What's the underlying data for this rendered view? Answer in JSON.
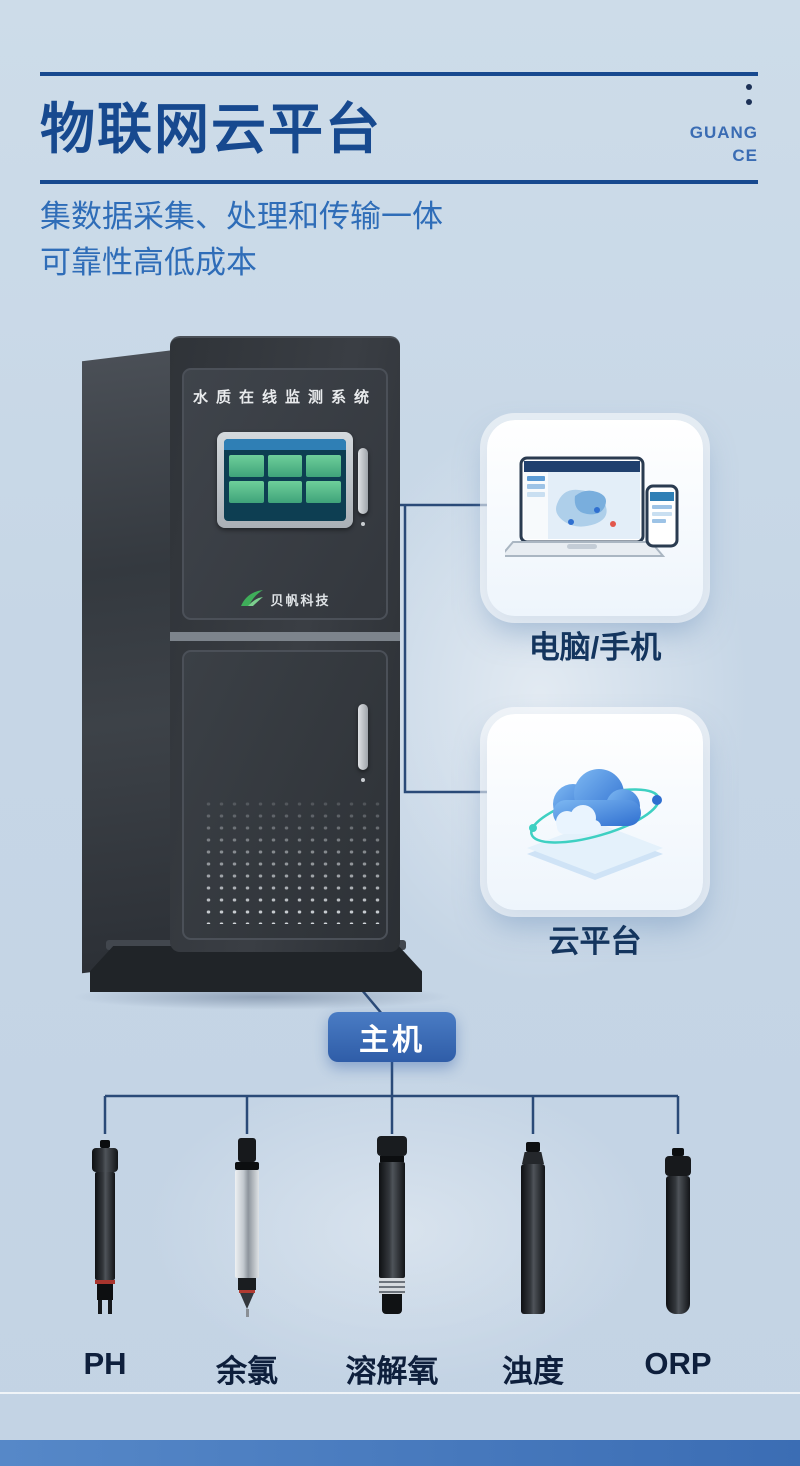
{
  "header": {
    "title": "物联网云平台",
    "brand_line1": "GUANG",
    "brand_line2": "CE",
    "subtitle_line1": "集数据采集、处理和传输一体",
    "subtitle_line2": "可靠性高低成本"
  },
  "cabinet": {
    "panel_title": "水质在线监测系统",
    "logo_text": "贝帆科技"
  },
  "diagram": {
    "devices_label": "电脑/手机",
    "cloud_label": "云平台",
    "host_label": "主机"
  },
  "sensors": [
    {
      "label": "PH"
    },
    {
      "label": "余氯"
    },
    {
      "label": "溶解氧"
    },
    {
      "label": "浊度"
    },
    {
      "label": "ORP"
    }
  ],
  "colors": {
    "background": "#c7d7e7",
    "title_blue": "#17498f",
    "subtitle_blue": "#2f6db8",
    "connector_navy": "#2a4a78",
    "badge_blue": "#3a6fba",
    "bottom_bar_blue": "#4577bd"
  }
}
